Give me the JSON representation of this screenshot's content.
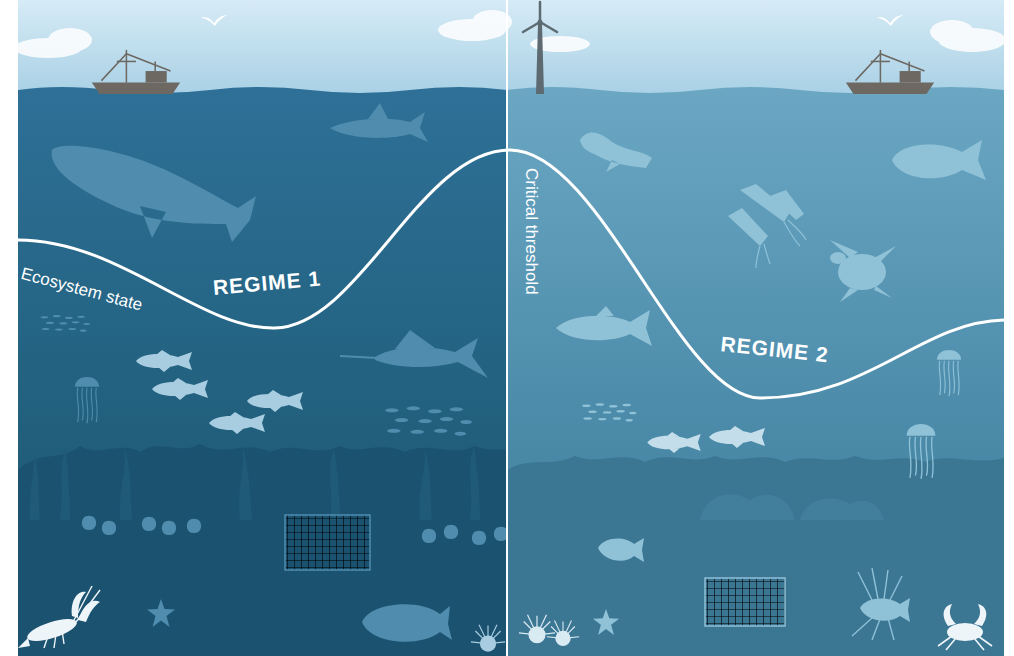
{
  "diagram": {
    "labels": [
      "Ecosystem state",
      "REGIME 1",
      "Critical threshold",
      "REGIME 2"
    ]
  }
}
